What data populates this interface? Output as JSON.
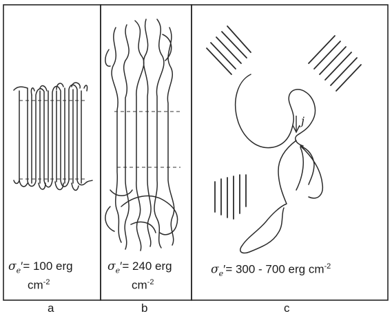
{
  "panels": [
    {
      "id": "a",
      "label": "a",
      "caption_line1": "= 100 erg",
      "caption_line2": "cm",
      "exponent": "-2"
    },
    {
      "id": "b",
      "label": "b",
      "caption_line1": "= 240 erg",
      "caption_line2": "cm",
      "exponent": "-2"
    },
    {
      "id": "c",
      "label": "c",
      "caption_line1": "= 300 - 700 erg cm",
      "caption_line2": "",
      "exponent": "-2"
    }
  ],
  "symbol": {
    "sigma": "σ",
    "subscript": "e",
    "prime": "′"
  },
  "annotation_j": "j"
}
